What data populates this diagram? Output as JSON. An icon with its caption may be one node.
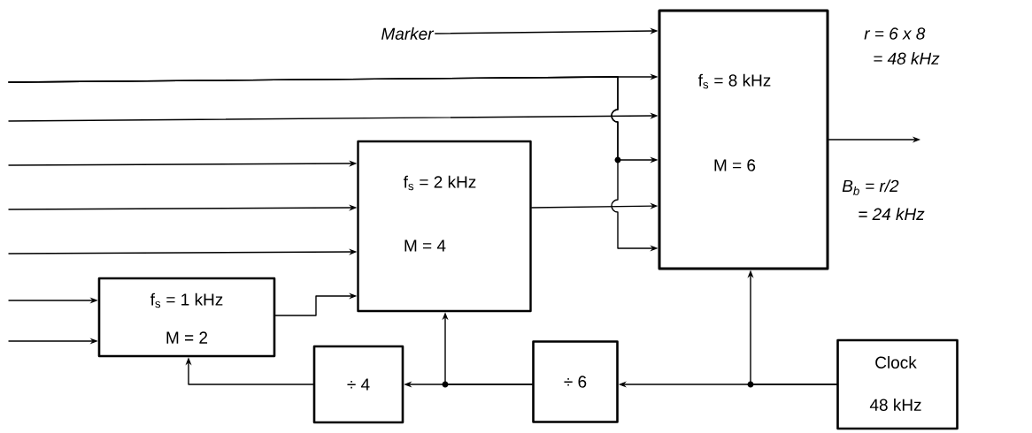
{
  "diagram": {
    "nodes": [
      {
        "text": [
          "f$_{s}$ = 8 kHz",
          "M = 6"
        ]
      },
      {
        "text": [
          "f$_{s}$ = 2 kHz",
          "M = 4"
        ]
      },
      {
        "text": [
          "f$_{s}$ = 1 kHz",
          "M = 2"
        ]
      },
      {
        "text": [
          "÷ 4"
        ]
      },
      {
        "text": [
          "÷ 6"
        ]
      },
      {
        "text": [
          "Clock",
          "48 kHz"
        ]
      },
      {
        "text": [
          "Marker"
        ]
      }
    ],
    "edges": [
      {
        "from": 6,
        "to": 0,
        "arrow": "to"
      },
      {
        "from": null,
        "to": 0,
        "arrow": "to"
      },
      {
        "from": null,
        "to": 0,
        "arrow": "to"
      },
      {
        "from": null,
        "to": 0,
        "arrow": "to"
      },
      {
        "from": null,
        "to": 0,
        "arrow": "to"
      },
      {
        "from": 1,
        "to": 0,
        "arrow": "to"
      },
      {
        "from": null,
        "to": 1,
        "arrow": "to"
      },
      {
        "from": null,
        "to": 1,
        "arrow": "to"
      },
      {
        "from": null,
        "to": 1,
        "arrow": "to"
      },
      {
        "from": 2,
        "to": 1,
        "arrow": "to"
      },
      {
        "from": null,
        "to": 2,
        "arrow": "to"
      },
      {
        "from": null,
        "to": 2,
        "arrow": "to"
      },
      {
        "from": 0,
        "to": null,
        "arrow": "to"
      },
      {
        "from": 5,
        "to": 4,
        "arrow": "to"
      },
      {
        "from": 5,
        "to": 0,
        "arrow": "to"
      },
      {
        "from": 4,
        "to": 3,
        "arrow": "to"
      },
      {
        "from": 4,
        "to": 1,
        "arrow": "to"
      },
      {
        "from": 3,
        "to": 2,
        "arrow": "to"
      }
    ],
    "labels": [
      "r = 6 x 8",
      "= 48 kHz",
      "B$_{b}$ = r/2",
      "= 24 kHz"
    ]
  }
}
